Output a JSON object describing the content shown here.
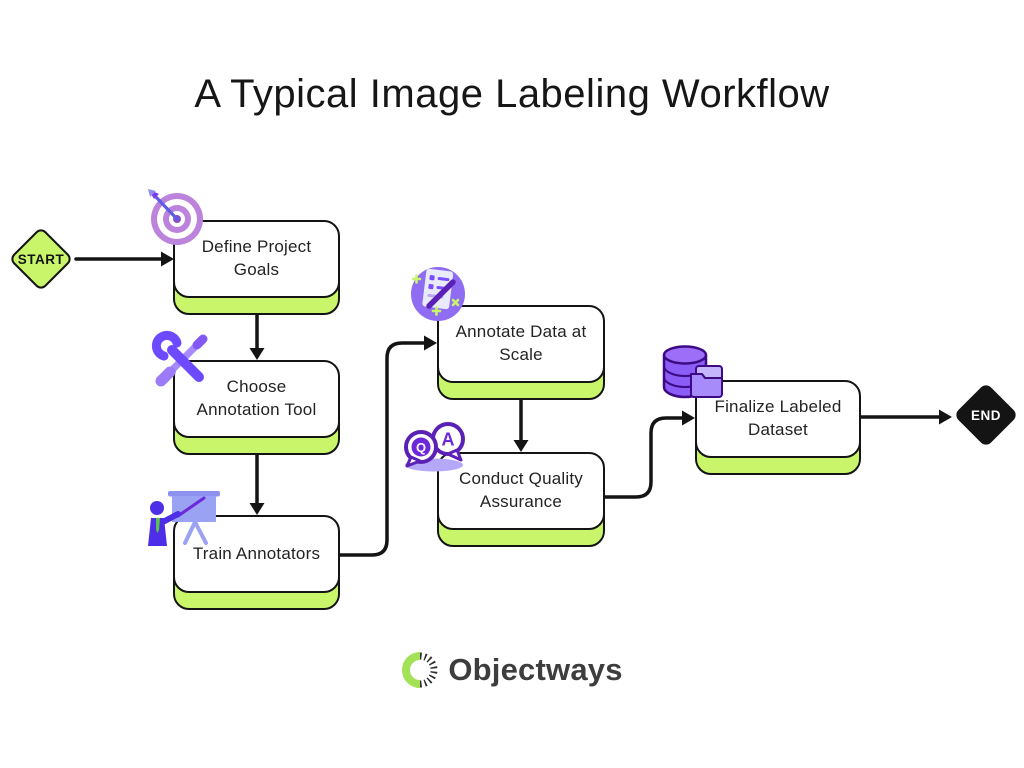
{
  "title": "A Typical Image Labeling Workflow",
  "nodes": {
    "start": {
      "label": "START",
      "type": "terminal"
    },
    "define": {
      "label": "Define Project\nGoals",
      "type": "process"
    },
    "choose": {
      "label": "Choose\nAnnotation Tool",
      "type": "process"
    },
    "train": {
      "label": "Train Annotators",
      "type": "process"
    },
    "annotate": {
      "label": "Annotate Data at\nScale",
      "type": "process"
    },
    "qa": {
      "label": "Conduct Quality\nAssurance",
      "type": "process"
    },
    "finalize": {
      "label": "Finalize Labeled\nDataset",
      "type": "process"
    },
    "end": {
      "label": "END",
      "type": "terminal"
    }
  },
  "edges": [
    {
      "from": "start",
      "to": "define"
    },
    {
      "from": "define",
      "to": "choose"
    },
    {
      "from": "choose",
      "to": "train"
    },
    {
      "from": "train",
      "to": "annotate"
    },
    {
      "from": "annotate",
      "to": "qa"
    },
    {
      "from": "qa",
      "to": "finalize"
    },
    {
      "from": "finalize",
      "to": "end"
    }
  ],
  "icons": {
    "define": "dartboard-target-icon",
    "choose": "wrench-screwdriver-icon",
    "train": "presenter-training-icon",
    "annotate": "annotation-document-icon",
    "qa": "question-answer-bubbles-icon",
    "finalize": "database-folder-icon",
    "logo": "objectways-ring-icon"
  },
  "qa_icon": {
    "q": "Q",
    "a": "A"
  },
  "logo": {
    "text": "Objectways"
  },
  "colors": {
    "accent_green": "#c9f56b",
    "accent_purple": "#7c4dff",
    "purple_dark": "#5b21b6",
    "lavender": "#a78bfa",
    "outline": "#141414",
    "end_diamond_bg": "#141414",
    "title_text": "#161616",
    "logo_text": "#3d3d3d",
    "logo_green": "#a3e156"
  }
}
